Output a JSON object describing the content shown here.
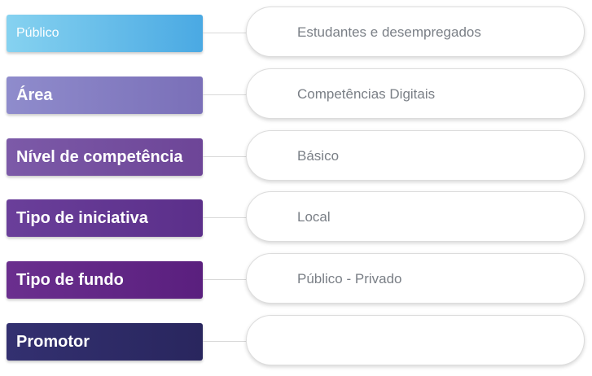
{
  "rows": [
    {
      "label": "Público",
      "value": "Estudantes e desempregados",
      "color_from": "#86d2f0",
      "color_to": "#4aa9e3"
    },
    {
      "label": "Área",
      "value": "Competências Digitais",
      "color_from": "#8f8ccc",
      "color_to": "#7a6fb8"
    },
    {
      "label": "Nível de competência",
      "value": "Básico",
      "color_from": "#7c5aa8",
      "color_to": "#6d4597"
    },
    {
      "label": "Tipo de iniciativa",
      "value": "Local",
      "color_from": "#6a3f9a",
      "color_to": "#5b2f8a"
    },
    {
      "label": "Tipo de fundo",
      "value": "Público - Privado",
      "color_from": "#6a2f8e",
      "color_to": "#5a1f7e"
    },
    {
      "label": "Promotor",
      "value": "",
      "color_from": "#333070",
      "color_to": "#29265e"
    }
  ]
}
